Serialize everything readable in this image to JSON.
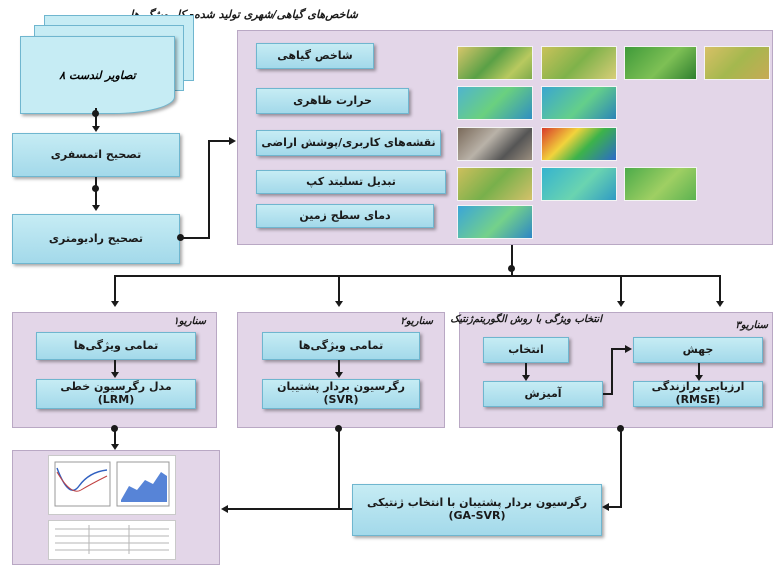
{
  "header": {
    "title": "شاخص‌های گیاهی/شهری تولید شده- کل ویژگی‌ها"
  },
  "pipeline": {
    "landsat": "تصاویر لندست ۸",
    "atmos": "تصحیح اتمسفری",
    "radio": "تصحیح رادیومتری"
  },
  "features": [
    "شاخص گیاهی",
    "حرارت ظاهری",
    "نقشه‌های کاربری/پوشش اراضی",
    "تبدیل تسلیتد کپ",
    "دمای سطح زمین"
  ],
  "scenario1": {
    "title": "سناریو۱",
    "features": "تمامی ویژگی‌ها",
    "model": "مدل رگرسیون خطی (LRM)"
  },
  "scenario2": {
    "title": "سناریو۲",
    "features": "تمامی ویژگی‌ها",
    "model": "رگرسیون بردار پشتیبان (SVR)"
  },
  "scenario3": {
    "title": "سناریو۳",
    "subtitle": "انتخاب ویژگی‌ با روش الگوریتم‌ژنتیک",
    "select": "انتخاب",
    "crossover": "آمیزش",
    "mutation": "جهش",
    "fitness": "ارزیابی برازندگی (RMSE)"
  },
  "gasvr": "رگرسیون بردار پشتیبان با انتخاب ژنتیکی (GA-SVR)",
  "colors": {
    "panel": "#e3d6e8",
    "box": "#b2e2ee",
    "line": "#1a1a1a"
  },
  "icons": [
    "document-stack-icon",
    "satellite-thumbnail",
    "result-plot-icon",
    "flow-arrow-icon"
  ]
}
